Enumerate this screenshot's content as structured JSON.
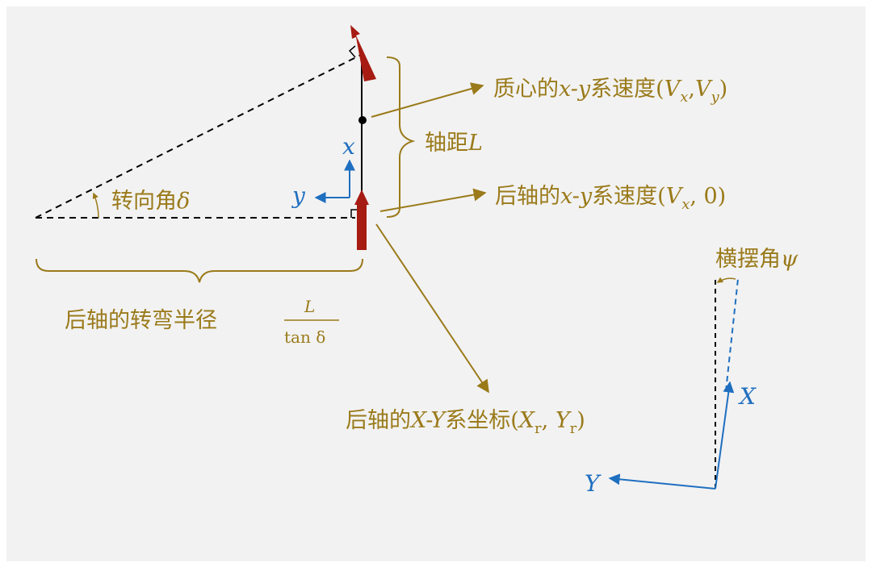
{
  "colors": {
    "background": "#f2f2f2",
    "annotation": "#9a7a1a",
    "axes": "#1f6fc0",
    "wheel": "#a61b12",
    "line": "#000000"
  },
  "labels": {
    "steer_angle": {
      "text": "转向角",
      "symbol": "δ"
    },
    "wheelbase": {
      "text": "轴距",
      "symbol": "L"
    },
    "cg_velocity": {
      "text": "质心的",
      "frame": "x-y",
      "rest": "系速度(",
      "v1": "V",
      "s1": "x",
      "sep": ",",
      "v2": "V",
      "s2": "y",
      "close": ")"
    },
    "rear_velocity": {
      "text": "后轴的",
      "frame": "x-y",
      "rest": "系速度(",
      "v1": "V",
      "s1": "x",
      "tail": ", 0)"
    },
    "turn_radius": {
      "text": "后轴的转弯半径",
      "numerator": "L",
      "denominator": "tan δ"
    },
    "rear_coords": {
      "text": "后轴的",
      "frame": "X-Y",
      "rest": "系坐标(",
      "v1": "X",
      "s1": "r",
      "sep": ", ",
      "v2": "Y",
      "s2": "r",
      "close": ")"
    },
    "yaw_angle": {
      "text": "横摆角",
      "symbol": "ψ"
    }
  },
  "axes": {
    "vehicle_x": "x",
    "vehicle_y": "y",
    "global_X": "X",
    "global_Y": "Y"
  }
}
